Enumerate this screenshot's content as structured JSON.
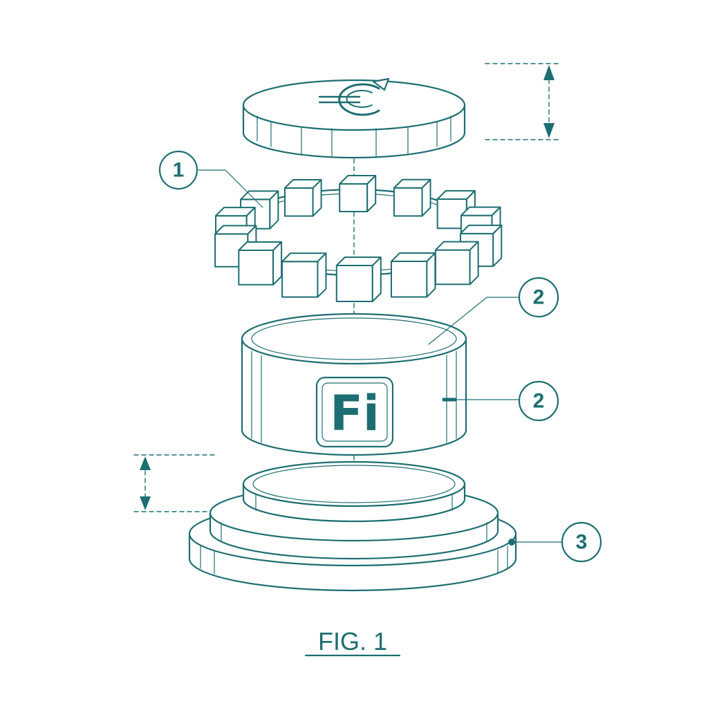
{
  "colors": {
    "ink": "#1c6e72",
    "paper": "#ffffff"
  },
  "badge": {
    "text": "Fi"
  },
  "callouts": [
    {
      "id": "1",
      "label": "1"
    },
    {
      "id": "2a",
      "label": "2"
    },
    {
      "id": "2b",
      "label": "2"
    },
    {
      "id": "3",
      "label": "3"
    }
  ],
  "caption": "FIG. 1",
  "icons": [
    "currency-symbol-icon",
    "dimension-arrow-icon"
  ]
}
